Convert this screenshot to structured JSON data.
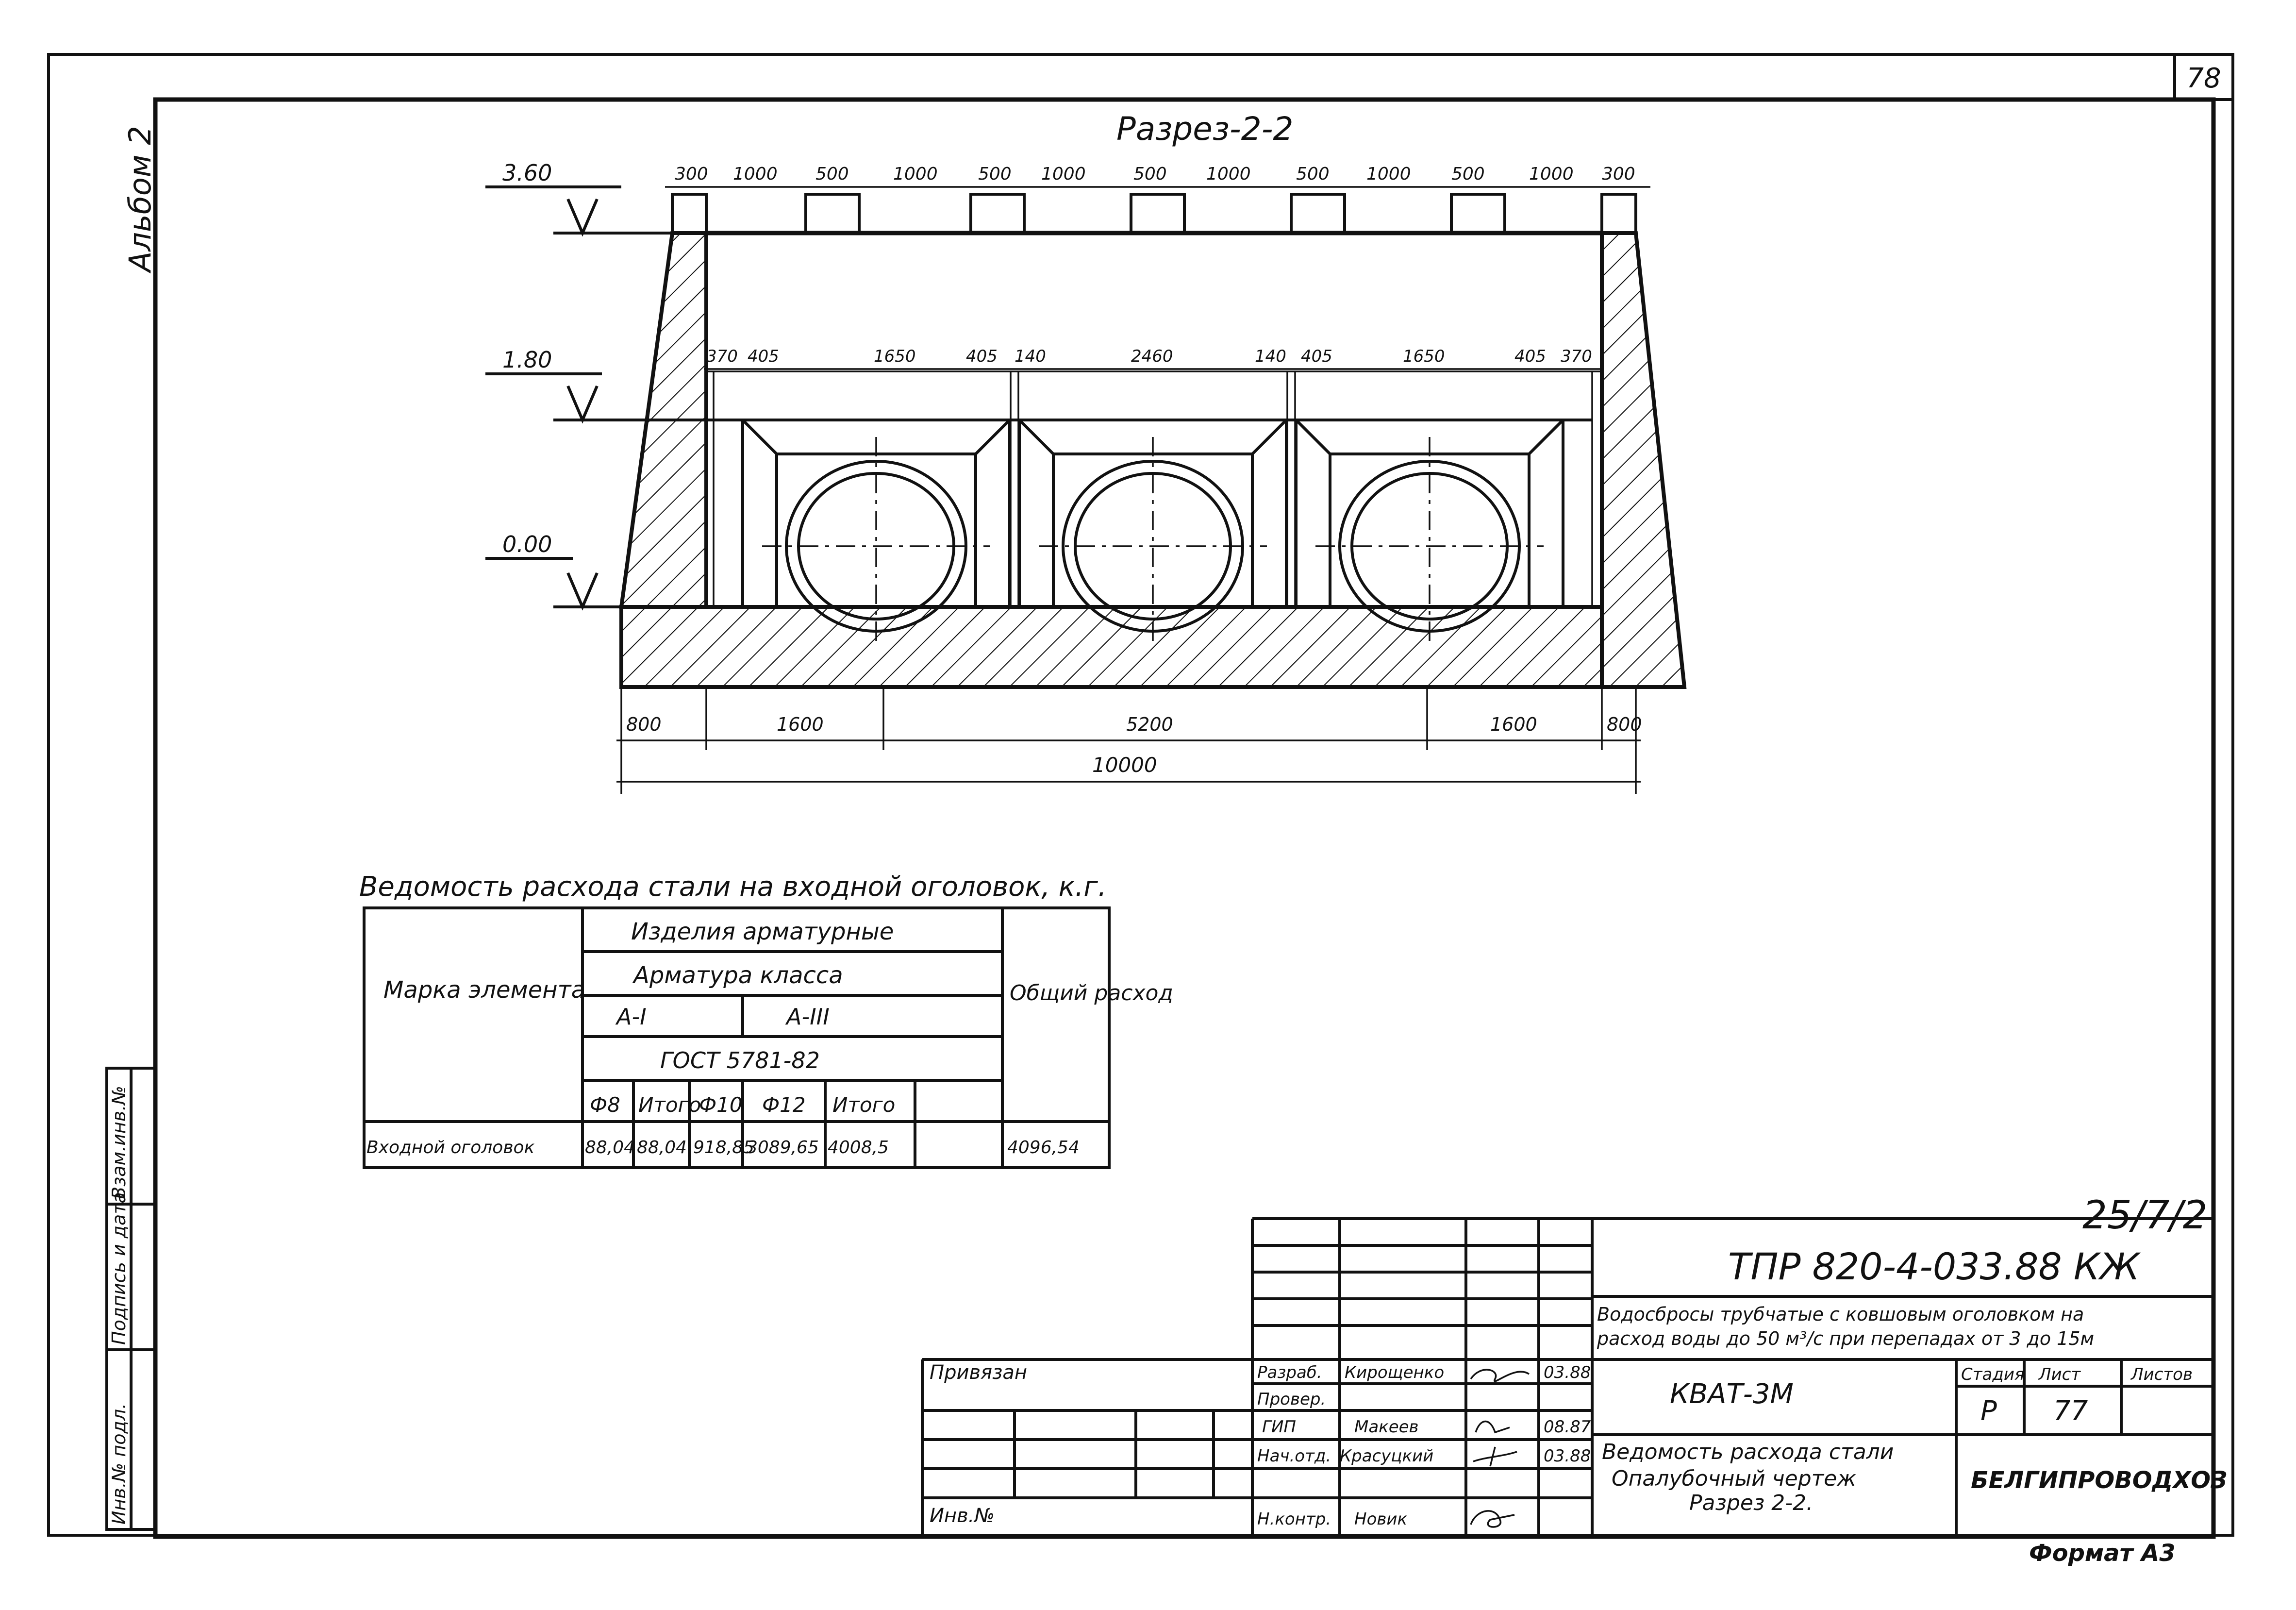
{
  "sheet": {
    "page_number": "78",
    "album_label": "Альбом 2",
    "format_label": "Формат А3",
    "side_stamps": [
      "Инв.№ подл.",
      "Подпись и дата",
      "Взам.инв.№"
    ]
  },
  "section": {
    "title": "Разрез-2-2",
    "levels": [
      "3.60",
      "1.80",
      "0.00"
    ],
    "top_dims": [
      "300",
      "1000",
      "500",
      "1000",
      "500",
      "1000",
      "500",
      "1000",
      "500",
      "1000",
      "500",
      "1000",
      "300"
    ],
    "mid_dims": [
      "370",
      "405",
      "1650",
      "405",
      "140",
      "2460",
      "140",
      "405",
      "1650",
      "405",
      "370"
    ],
    "bottom_dims": [
      "800",
      "1600",
      "5200",
      "1600",
      "800"
    ],
    "total_dim": "10000"
  },
  "steel_table": {
    "title": "Ведомость расхода стали на входной оголовок, к.г.",
    "header_mark": "Марка элемента",
    "header_products": "Изделия арматурные",
    "header_rebar": "Арматура класса",
    "class_1": "А-I",
    "class_3": "А-III",
    "gost": "ГОСТ 5781-82",
    "header_total": "Общий расход",
    "sub_cols": [
      "Ф8",
      "Итого",
      "Ф10",
      "Ф12",
      "Итого"
    ],
    "row_label": "Входной оголовок",
    "row_values": [
      "88,04",
      "88,04",
      "918,85",
      "3089,65",
      "4008,5",
      "4096,54"
    ]
  },
  "title_block": {
    "doc_number": "25/7/2",
    "code": "ТПР 820-4-033.88 КЖ",
    "project_title_line1": "Водосбросы трубчатые с ковшовым оголовком на",
    "project_title_line2": "расход воды до 50 м³/с при перепадах от 3 до 15м",
    "variant": "КВАТ-3М",
    "stage_header": "Стадия",
    "sheet_header": "Лист",
    "sheets_header": "Листов",
    "stage": "Р",
    "sheet": "77",
    "sheets": "",
    "sheet_name_line1": "Ведомость расхода стали",
    "sheet_name_line2": "Опалубочный чертеж",
    "sheet_name_line3": "Разрез 2-2.",
    "organization": "БЕЛГИПРОВОДХОЗ",
    "bound_label": "Привязан",
    "inv_label": "Инв.№",
    "roles": [
      {
        "role": "Разраб.",
        "name": "Кирощенко",
        "date": "03.88"
      },
      {
        "role": "Провер.",
        "name": "",
        "date": ""
      },
      {
        "role": "ГИП",
        "name": "Макеев",
        "date": "08.87"
      },
      {
        "role": "Нач.отд.",
        "name": "Красуцкий",
        "date": "03.88"
      },
      {
        "role": "Н.контр.",
        "name": "Новик",
        "date": ""
      }
    ]
  }
}
